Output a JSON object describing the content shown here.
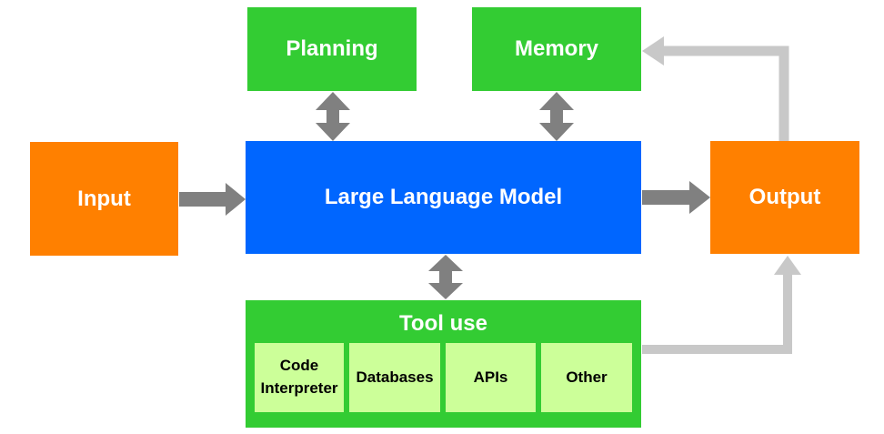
{
  "diagram": {
    "input_label": "Input",
    "output_label": "Output",
    "llm_label": "Large Language Model",
    "planning_label": "Planning",
    "memory_label": "Memory",
    "tool_use": {
      "title": "Tool use",
      "tools": [
        {
          "line1": "Code",
          "line2": "Interpreter"
        },
        {
          "label": "Databases"
        },
        {
          "label": "APIs"
        },
        {
          "label": "Other"
        }
      ]
    }
  },
  "colors": {
    "input_output": "#ff8000",
    "llm": "#0066ff",
    "module": "#33cc33",
    "tool_item": "#ccff99",
    "arrow_dark": "#808080",
    "arrow_light": "#c8c8c8"
  }
}
